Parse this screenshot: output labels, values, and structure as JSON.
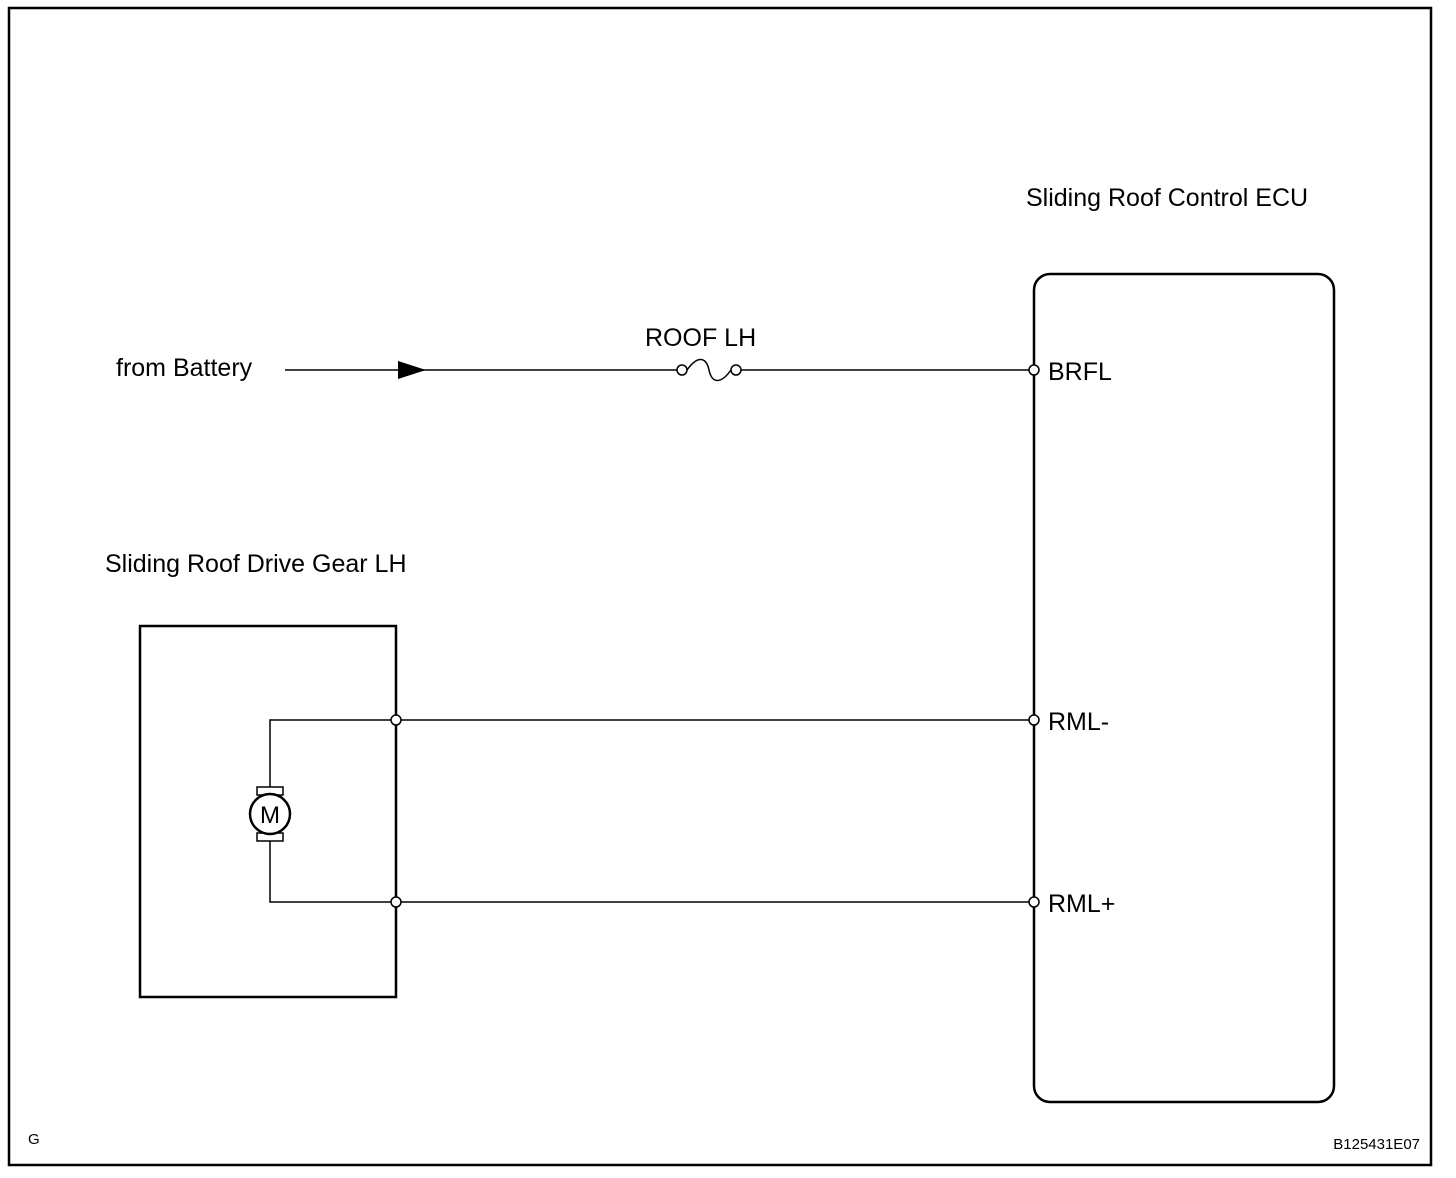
{
  "diagram": {
    "labels": {
      "source": "from Battery",
      "fuse": "ROOF LH",
      "ecu_name": "Sliding Roof Control ECU",
      "drive_gear_name": "Sliding Roof Drive Gear LH",
      "motor": "M",
      "corner_code": "G",
      "figure_id": "B125431E07"
    },
    "pins": {
      "brfl": "BRFL",
      "rml_minus": "RML-",
      "rml_plus": "RML+"
    },
    "colors": {
      "line": "#000000",
      "background": "#ffffff"
    }
  }
}
